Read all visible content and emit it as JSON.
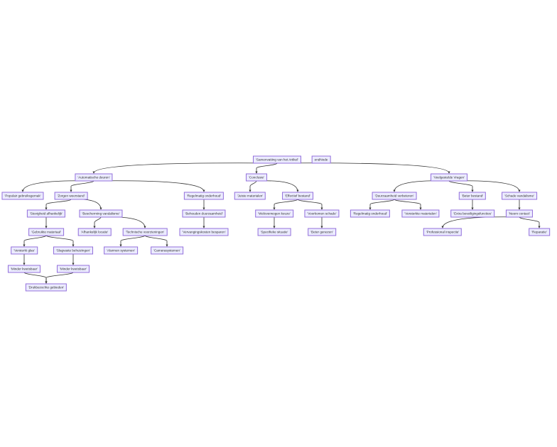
{
  "nodes": {
    "root": "'Samenvatting van het Artikel'",
    "end": "endNode",
    "auto": "'Automatische deuren'",
    "concl": "'Conclusie'",
    "faq": "'Veelgestelde Vragen'",
    "pop": "'Populair gebruiksgemak'",
    "zorg": "'Zorgen weerstand'",
    "regel1": "'Regelmatig onderhoud'",
    "juist": "'Juiste materialen'",
    "effect": "'Effectief bestand'",
    "duur": "'Duurzaamheid verbeteren'",
    "beter": "'Beter bestand'",
    "schade": "'Schade vandalisme'",
    "stev": "'Stevigheid afhankelijk'",
    "besch": "'Bescherming vandalisme'",
    "behoud": "'Behouden duurzaamheid'",
    "welo": "'Weloverwogen keuze'",
    "voork": "'Voorkomen schade'",
    "regel2": "'Regelmatig onderhoud'",
    "verst": "'Versterkte materialen'",
    "extra": "'Extra beveiligingsfuncties'",
    "neem": "'Neem contact'",
    "gebr": "'Gebruikte materiaal'",
    "afh": "'Afhankelijk locatie'",
    "tech": "'Technische voorzieningen'",
    "verv": "'Vervangingskosten besparen'",
    "spec": "'Specifieke situatie'",
    "genez": "'Beter genezen'",
    "prof": "'Professional inspectie'",
    "rep": "'Reparatie'",
    "glas": "'Versterkt glas'",
    "slag": "'Slagvaste behuizingen'",
    "alarm": "'Alarmen systemen'",
    "cam": "'Camerasystemen'",
    "mk1": "'Minder kwetsbaar'",
    "mk2": "'Minder kwetsbaar'",
    "druk": "'Drukbezochte gebieden'"
  },
  "edges": [
    [
      "root",
      "auto"
    ],
    [
      "root",
      "concl"
    ],
    [
      "root",
      "faq"
    ],
    [
      "auto",
      "pop"
    ],
    [
      "auto",
      "zorg"
    ],
    [
      "auto",
      "regel1"
    ],
    [
      "zorg",
      "stev"
    ],
    [
      "zorg",
      "besch"
    ],
    [
      "stev",
      "gebr"
    ],
    [
      "gebr",
      "glas"
    ],
    [
      "gebr",
      "slag"
    ],
    [
      "glas",
      "mk1"
    ],
    [
      "slag",
      "mk2"
    ],
    [
      "mk1",
      "druk"
    ],
    [
      "mk2",
      "druk"
    ],
    [
      "besch",
      "afh"
    ],
    [
      "besch",
      "tech"
    ],
    [
      "tech",
      "alarm"
    ],
    [
      "tech",
      "cam"
    ],
    [
      "regel1",
      "behoud"
    ],
    [
      "behoud",
      "verv"
    ],
    [
      "concl",
      "juist"
    ],
    [
      "concl",
      "effect"
    ],
    [
      "effect",
      "welo"
    ],
    [
      "effect",
      "voork"
    ],
    [
      "welo",
      "spec"
    ],
    [
      "voork",
      "genez"
    ],
    [
      "faq",
      "duur"
    ],
    [
      "faq",
      "beter"
    ],
    [
      "faq",
      "schade"
    ],
    [
      "duur",
      "regel2"
    ],
    [
      "duur",
      "verst"
    ],
    [
      "beter",
      "extra"
    ],
    [
      "schade",
      "neem"
    ],
    [
      "neem",
      "prof"
    ],
    [
      "neem",
      "rep"
    ]
  ]
}
